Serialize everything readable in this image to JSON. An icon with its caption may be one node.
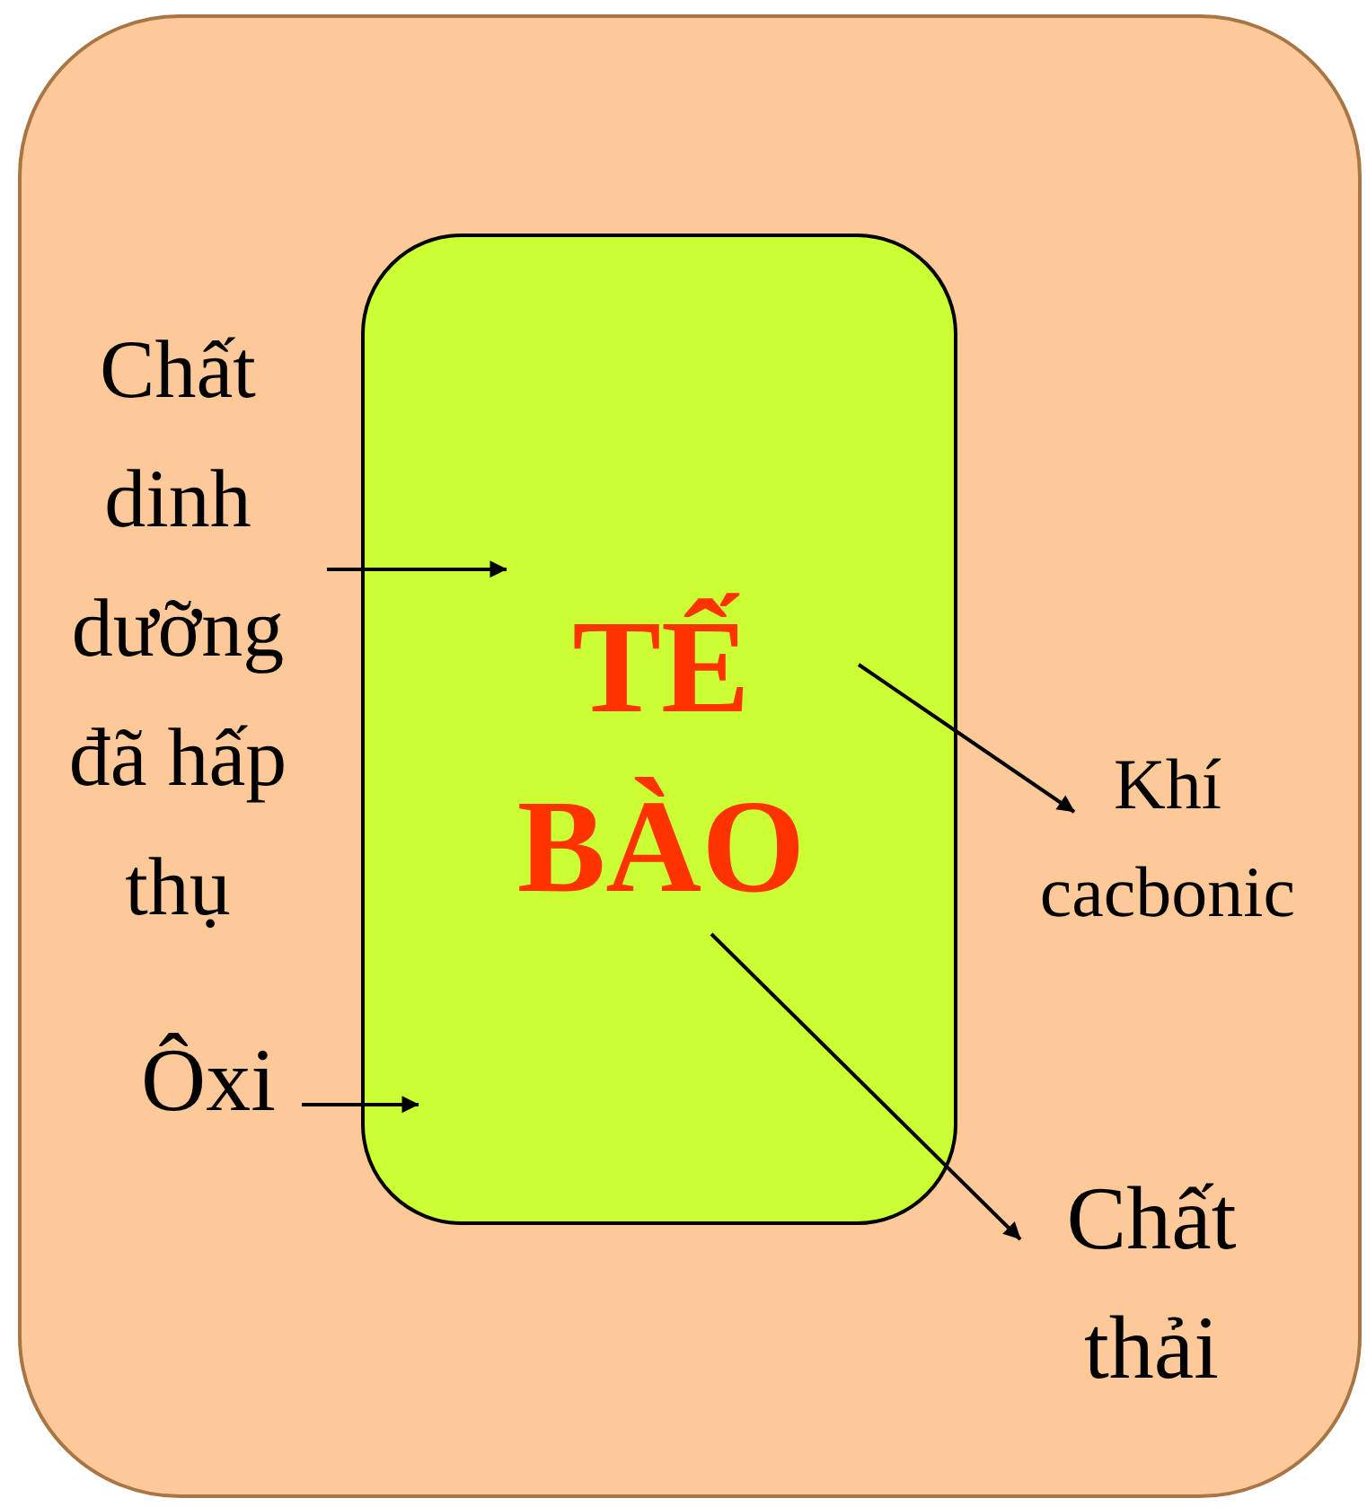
{
  "diagram": {
    "nodes": [
      {
        "text": [],
        "shape": "box"
      },
      {
        "text": [
          "TẾ BÀO"
        ],
        "in": 0
      },
      {
        "text": [
          "Chất dinh dưỡng đã hấp thụ"
        ],
        "in": 0
      },
      {
        "text": [
          "Ôxi"
        ],
        "in": 0
      },
      {
        "text": [
          "Khí cacbonic"
        ],
        "in": 0
      },
      {
        "text": [
          "Chất thải"
        ],
        "in": 0
      }
    ],
    "edges": [
      {
        "from": 2,
        "to": 1,
        "arrow": "to"
      },
      {
        "from": 3,
        "to": 1,
        "arrow": "to"
      },
      {
        "from": 1,
        "to": 4,
        "arrow": "to"
      },
      {
        "from": 1,
        "to": 5,
        "arrow": "to"
      }
    ]
  }
}
